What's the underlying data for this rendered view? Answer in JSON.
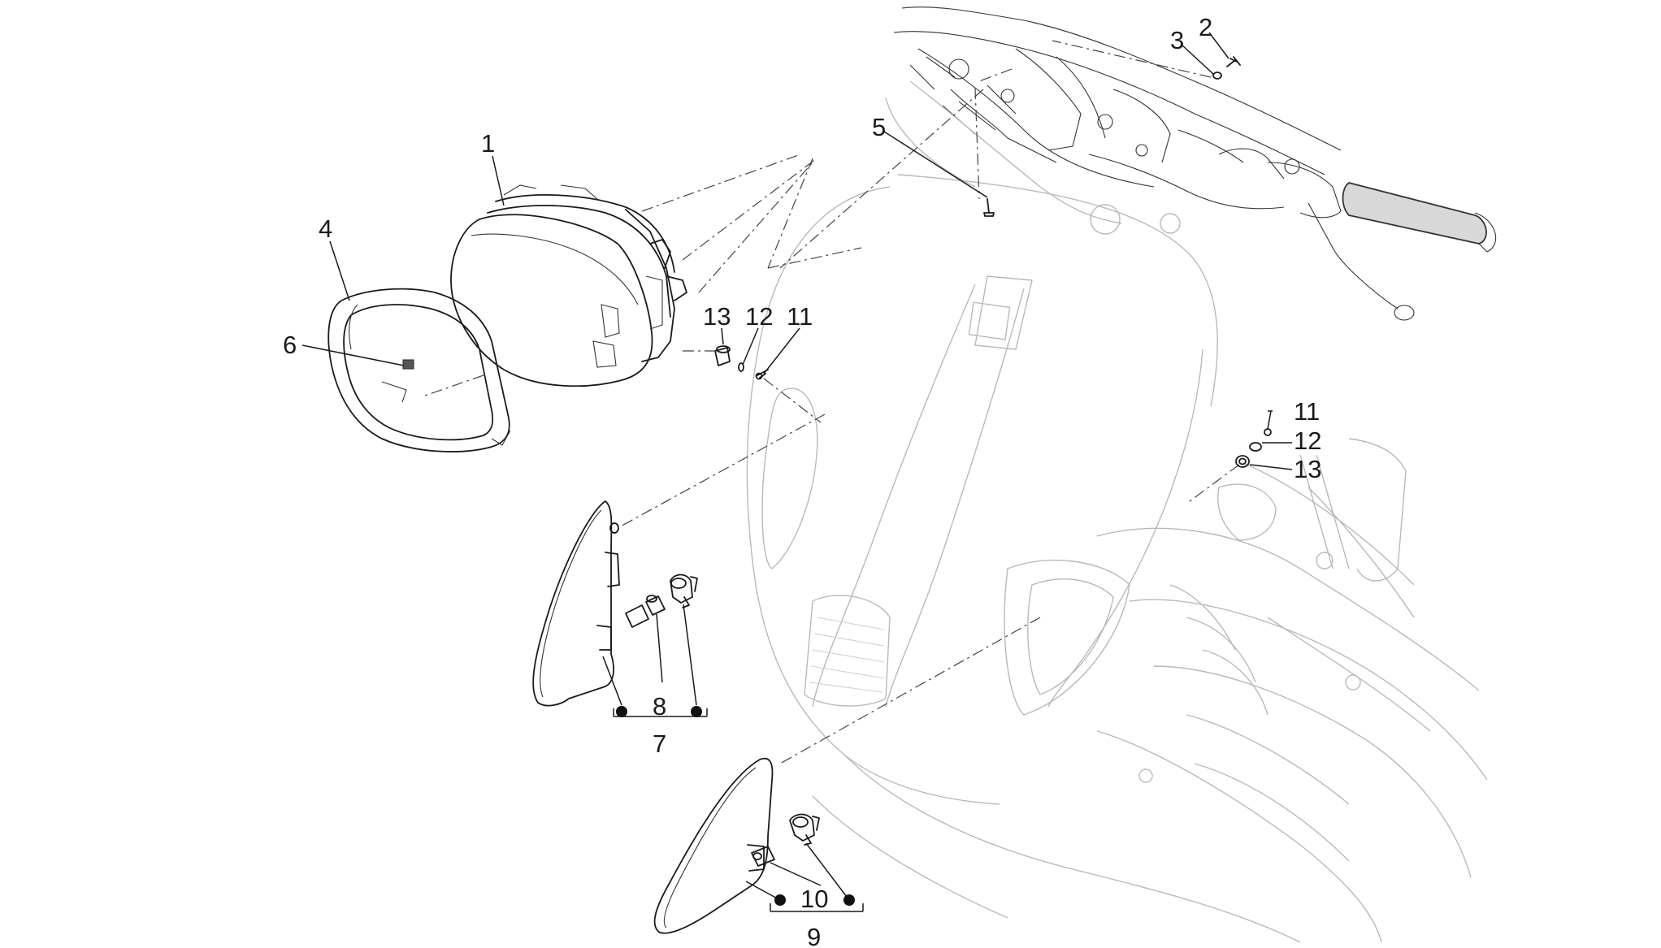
{
  "callouts": [
    {
      "id": "c1",
      "text": "1"
    },
    {
      "id": "c2",
      "text": "2"
    },
    {
      "id": "c3",
      "text": "3"
    },
    {
      "id": "c4",
      "text": "4"
    },
    {
      "id": "c5",
      "text": "5"
    },
    {
      "id": "c6",
      "text": "6"
    },
    {
      "id": "c7",
      "text": "7"
    },
    {
      "id": "c8",
      "text": "8"
    },
    {
      "id": "c9",
      "text": "9"
    },
    {
      "id": "c10",
      "text": "10"
    },
    {
      "id": "c11a",
      "text": "11"
    },
    {
      "id": "c12a",
      "text": "12"
    },
    {
      "id": "c13a",
      "text": "13"
    },
    {
      "id": "c11b",
      "text": "11"
    },
    {
      "id": "c12b",
      "text": "12"
    },
    {
      "id": "c13b",
      "text": "13"
    }
  ],
  "colors": {
    "line": "#1a1a1a",
    "faint": "#b9b9b9"
  }
}
